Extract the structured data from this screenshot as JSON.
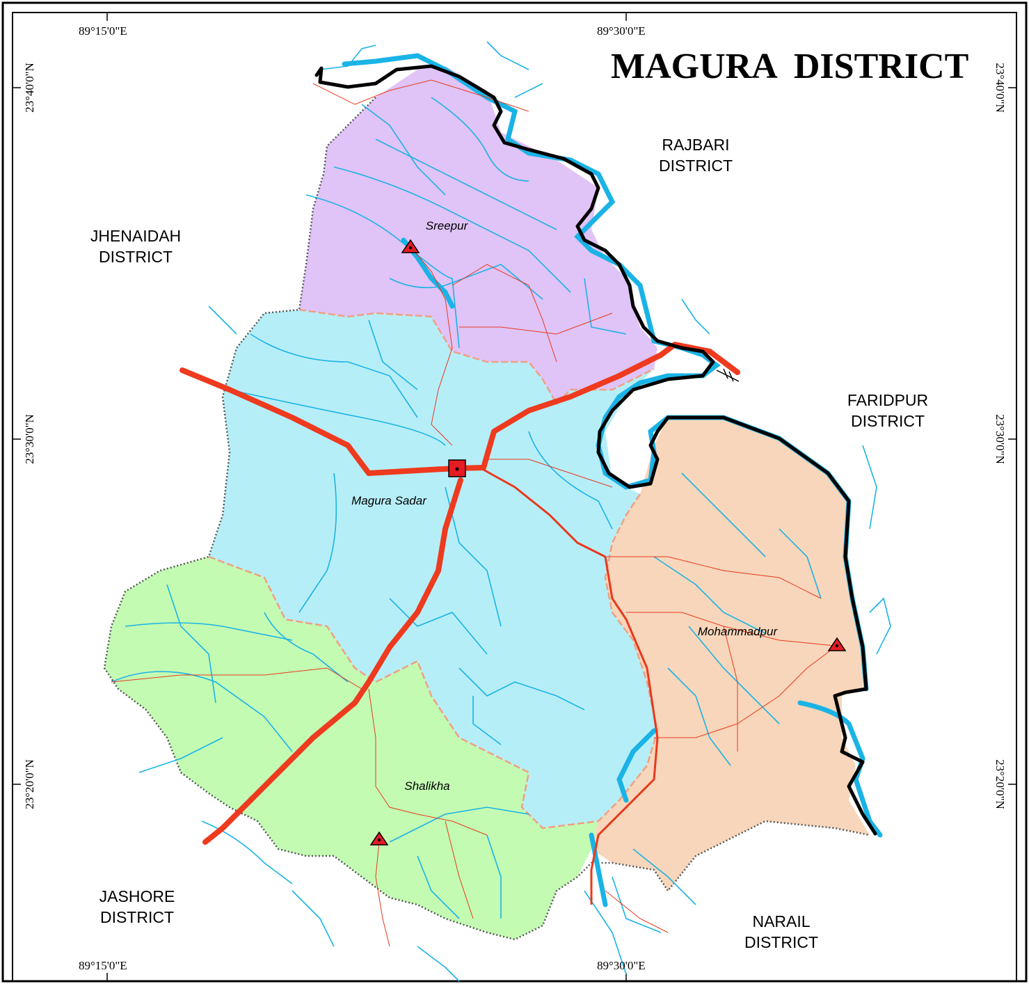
{
  "title": "MAGURA  DISTRICT",
  "coordinates": {
    "lon_left": "89°15'0\"E",
    "lon_right": "89°30'0\"E",
    "lat_top": "23°40'0\"N",
    "lat_mid": "23°30'0\"N",
    "lat_bottom": "23°20'0\"N"
  },
  "neighbors": {
    "rajbari": [
      "RAJBARI",
      "DISTRICT"
    ],
    "jhenaidah": [
      "JHENAIDAH",
      "DISTRICT"
    ],
    "faridpur": [
      "FARIDPUR",
      "DISTRICT"
    ],
    "jashore": [
      "JASHORE",
      "DISTRICT"
    ],
    "narail": [
      "NARAIL",
      "DISTRICT"
    ]
  },
  "upazilas": {
    "sreepur": "Sreepur",
    "magura_sadar": "Magura Sadar",
    "mohammadpur": "Mohammadpur",
    "shalikha": "Shalikha"
  },
  "colors": {
    "sreepur": "#e0c3f7",
    "magura_sadar": "#b6eef8",
    "mohammadpur": "#f7d6bb",
    "shalikha": "#c3fbb3",
    "river": "#1ab3e6",
    "road": "#ee3a1e",
    "boundary": "#000000"
  }
}
